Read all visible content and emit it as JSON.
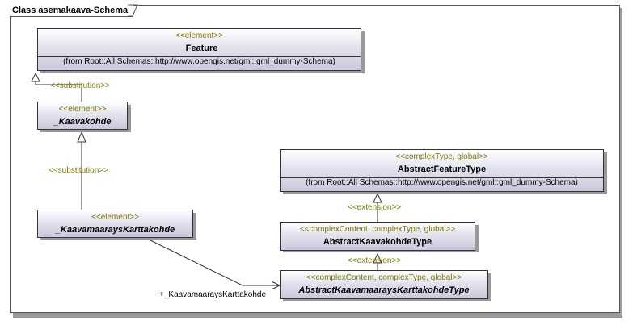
{
  "frame": {
    "title": "Class asemakaava-Schema"
  },
  "boxes": {
    "feature": {
      "stereotype": "<<element>>",
      "name": "_Feature",
      "from": "(from Root::All Schemas::http://www.opengis.net/gml::gml_dummy-Schema)"
    },
    "kaavakohde": {
      "stereotype": "<<element>>",
      "name": "_Kaavakohde"
    },
    "karttakohde": {
      "stereotype": "<<element>>",
      "name": "_KaavamaaraysKarttakohde"
    },
    "abstract_feature_type": {
      "stereotype": "<<complexType, global>>",
      "name": "AbstractFeatureType",
      "from": "(from Root::All Schemas::http://www.opengis.net/gml::gml_dummy-Schema)"
    },
    "abstract_kaavakohde_type": {
      "stereotype": "<<complexContent, complexType, global>>",
      "name": "AbstractKaavakohdeType"
    },
    "abstract_karttakohde_type": {
      "stereotype": "<<complexContent, complexType, global>>",
      "name": "AbstractKaavamaaraysKarttakohdeType"
    }
  },
  "connectors": {
    "substitution_1": "<<substitution>>",
    "substitution_2": "<<substitution>>",
    "extension_1": "<<extension>>",
    "extension_2": "<<extension>>",
    "association_role": "+_KaavamaaraysKarttakohde"
  }
}
